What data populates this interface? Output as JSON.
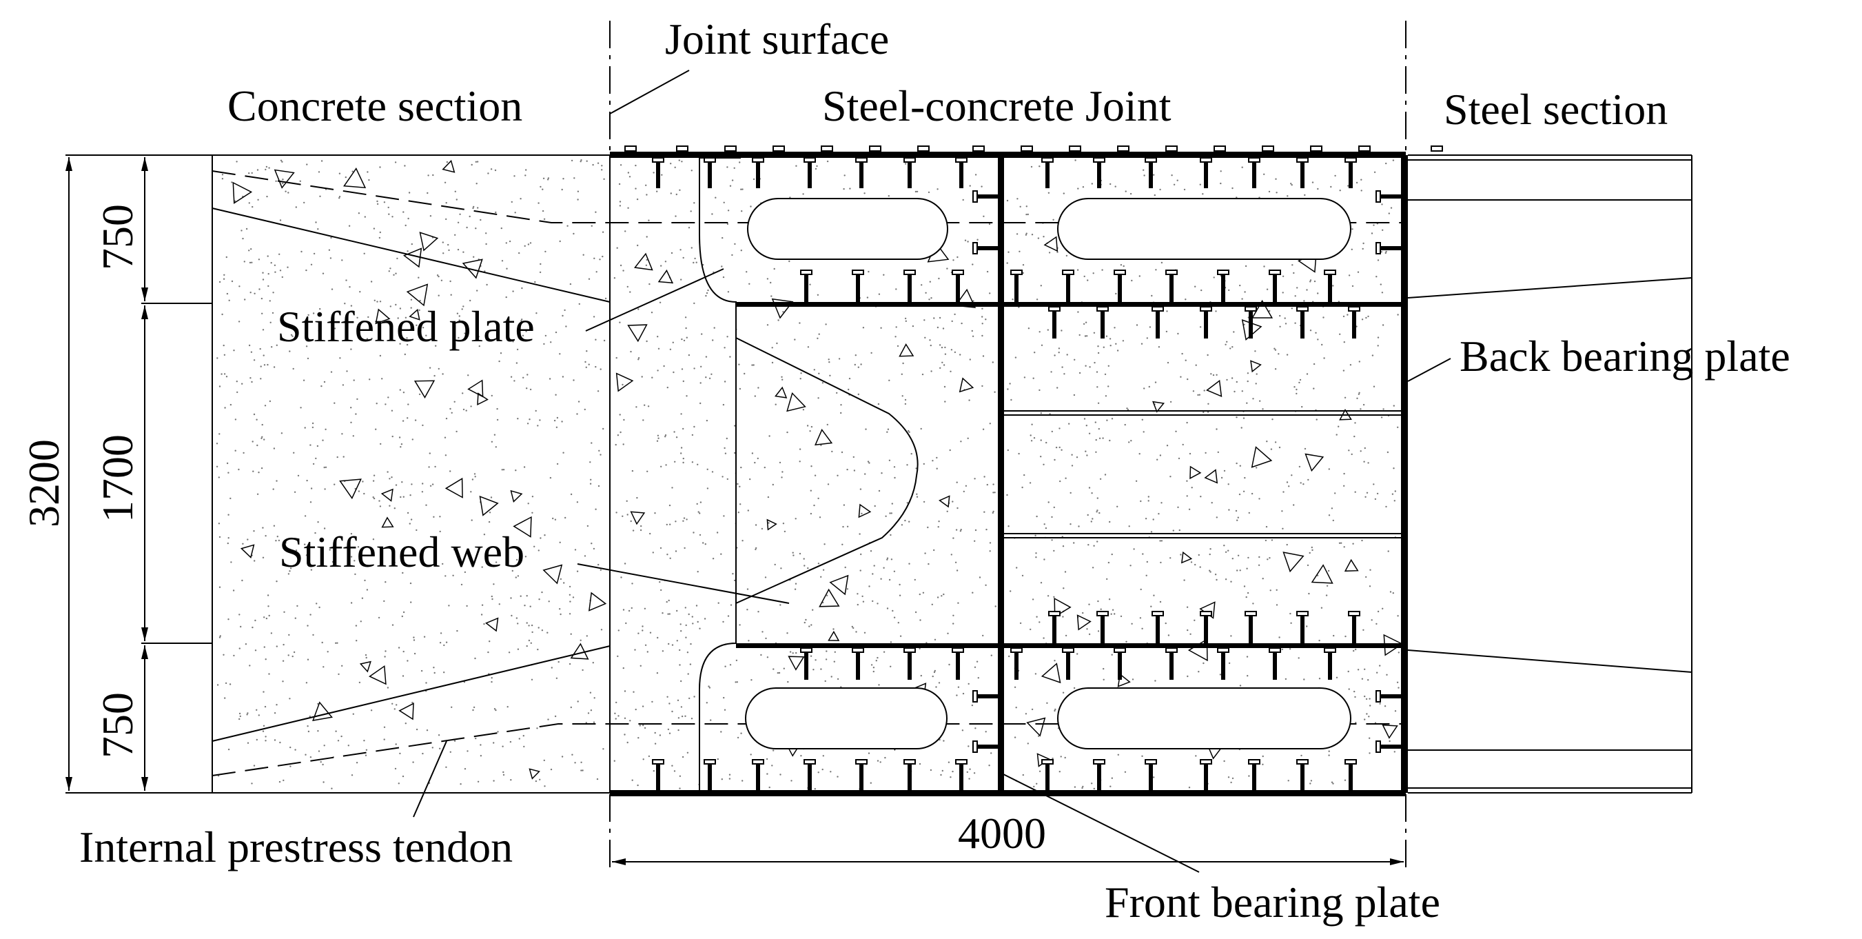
{
  "labels": {
    "joint_surface": "Joint surface",
    "concrete_section": "Concrete section",
    "steel_concrete_joint": "Steel-concrete Joint",
    "steel_section": "Steel section",
    "stiffened_plate": "Stiffened plate",
    "back_bearing_plate": "Back bearing plate",
    "stiffened_web": "Stiffened web",
    "internal_prestress_tendon": "Internal prestress tendon",
    "front_bearing_plate": "Front bearing plate"
  },
  "dimensions": {
    "total_height": "3200",
    "top_flange": "750",
    "web_height": "1700",
    "bottom_flange": "750",
    "joint_length": "4000"
  },
  "colors": {
    "line": "#000000",
    "background": "#ffffff",
    "concrete_dot": "#555555"
  }
}
